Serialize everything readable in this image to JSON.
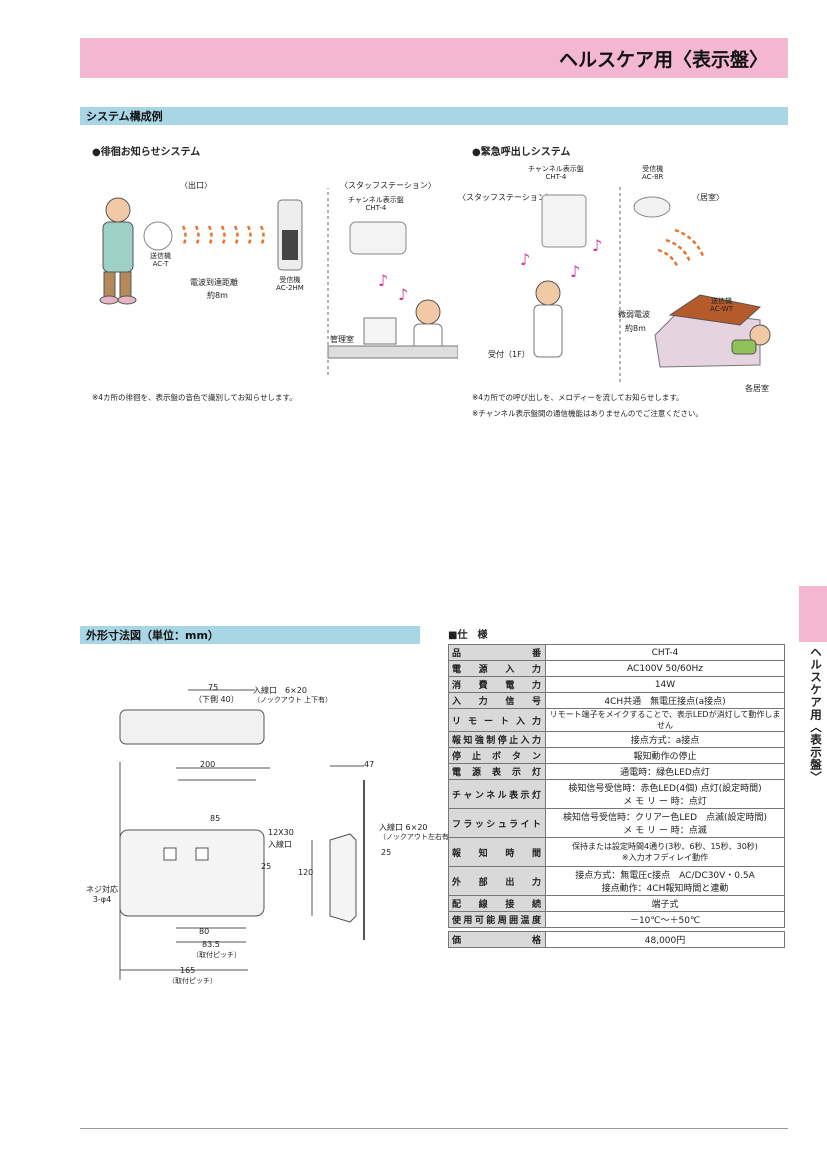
{
  "header": {
    "title": "ヘルスケア用〈表示盤〉"
  },
  "system": {
    "section_title": "システム構成例",
    "left": {
      "title": "●徘徊お知らせシステム",
      "exit_label": "〈出口〉",
      "staff_label": "〈スタッフステーション〉",
      "transmitter": "送信機\nAC-T",
      "receiver": "受信機\nAC-2HM",
      "panel": "チャンネル表示盤\nCHT-4",
      "distance_label": "電波到達距離",
      "distance_value": "約8m",
      "room_label": "管理室",
      "note": "※4カ所の徘徊を、表示盤の音色で識別してお知らせします。"
    },
    "right": {
      "title": "●緊急呼出しシステム",
      "staff_label": "〈スタッフステーション〉",
      "panel": "チャンネル表示盤\nCHT-4",
      "receiver": "受信機\nAC-8R",
      "room_label": "〈居室〉",
      "weak_wave": "微弱電波",
      "weak_distance": "約8m",
      "transmitter": "送信機\nAC-WT",
      "reception_label": "受付（1F）",
      "each_room": "各居室",
      "note1": "※4カ所での呼び出しを、メロディーを流してお知らせします。",
      "note2": "※チャンネル表示盤間の通信機能はありませんのでご注意ください。"
    }
  },
  "dimensions": {
    "section_title": "外形寸法図（単位：mm）",
    "top_75": "75",
    "top_below": "（下側 40）",
    "inlet_top": "入線口　6×20",
    "knockout_top": "（ノックアウト 上下有）",
    "width_200": "200",
    "depth_47": "47",
    "inner_85": "85",
    "slot_12x30": "12X30",
    "inlet_label": "入線口",
    "inlet_side": "入線口 6×20",
    "knockout_side": "（ノックアウト左右有）",
    "h_25": "25",
    "h_120": "120",
    "side_25": "25",
    "screw_hole": "ネジ対応\n3-φ4",
    "w_80": "80",
    "w_835": "83.5",
    "pitch_835": "（取付ピッチ）",
    "w_165": "165",
    "pitch_165": "（取付ピッチ）"
  },
  "spec": {
    "title": "■仕　様",
    "rows": [
      {
        "k": "品番",
        "v": "CHT-4"
      },
      {
        "k": "電源入力",
        "v": "AC100V  50/60Hz"
      },
      {
        "k": "消費電力",
        "v": "14W"
      },
      {
        "k": "入力信号",
        "v": "4CH共通　無電圧接点(a接点)"
      },
      {
        "k": "リモート入力",
        "v": "リモート端子をメイクすることで、表示LEDが消灯して動作しません"
      },
      {
        "k": "報知強制停止入力",
        "v": "接点方式：a接点"
      },
      {
        "k": "停止ボタン",
        "v": "報知動作の停止"
      },
      {
        "k": "電源表示灯",
        "v": "通電時：緑色LED点灯"
      },
      {
        "k": "チャンネル表示灯",
        "v": "検知信号受信時：赤色LED(4個) 点灯(設定時間)",
        "v2": "メ モ リ ー 時：点灯"
      },
      {
        "k": "フラッシュライト",
        "v": "検知信号受信時：クリアー色LED　点滅(設定時間)",
        "v2": "メ モ リ ー 時：点滅"
      },
      {
        "k": "報知時間",
        "v": "保持または設定時間4通り(3秒、6秒、15秒、30秒)",
        "v2": "※入力オフディレイ動作"
      },
      {
        "k": "外部出力",
        "v": "接点方式：無電圧c接点　AC/DC30V・0.5A",
        "v2": "接点動作：4CH報知時間と連動"
      },
      {
        "k": "配線接続",
        "v": "端子式"
      },
      {
        "k": "使用可能周囲温度",
        "v": "－10℃～＋50℃"
      }
    ],
    "price_key": "価格",
    "price_value": "48,000円"
  },
  "side_tab": {
    "label": "ヘルスケア用〈表示盤〉"
  }
}
